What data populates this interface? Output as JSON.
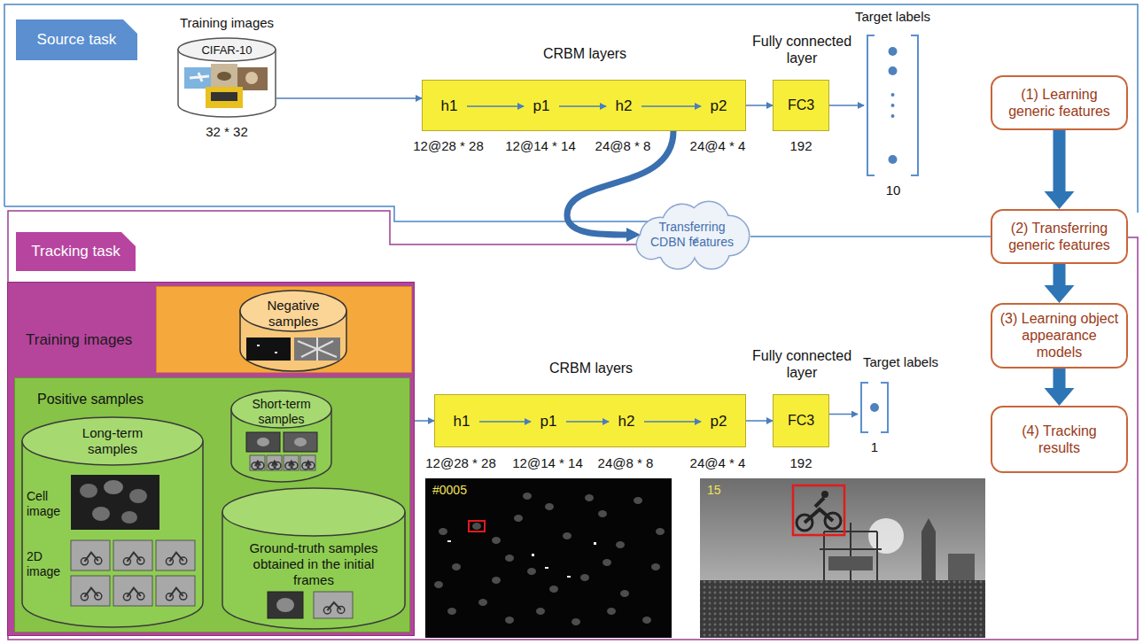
{
  "diagram": {
    "nodes": [
      {
        "text": [
          "Source task"
        ]
      },
      {
        "text": [
          "Training images",
          "CIFAR-10"
        ]
      },
      {
        "text": [
          "CRBM layers"
        ]
      },
      {
        "text": [
          "h1"
        ],
        "in": 2
      },
      {
        "text": [
          "p1"
        ],
        "in": 2
      },
      {
        "text": [
          "h2"
        ],
        "in": 2
      },
      {
        "text": [
          "p2"
        ],
        "in": 2
      },
      {
        "text": [
          "Fully connected layer",
          "FC3"
        ]
      },
      {
        "text": [
          "Target labels"
        ]
      },
      {
        "text": [
          "(1) Learning generic features"
        ]
      },
      {
        "text": [
          "(2) Transferring generic features"
        ]
      },
      {
        "text": [
          "(3) Learning object appearance models"
        ]
      },
      {
        "text": [
          "(4) Tracking results"
        ]
      },
      {
        "text": [
          "Transferring CDBN features"
        ]
      },
      {
        "text": [
          "Tracking task"
        ]
      },
      {
        "text": [
          "Training images"
        ]
      },
      {
        "text": [
          "Negative samples"
        ],
        "in": 15
      },
      {
        "text": [
          "Positive samples"
        ],
        "in": 15
      },
      {
        "text": [
          "Long-term samples",
          "Cell image",
          "2D image"
        ],
        "in": 17
      },
      {
        "text": [
          "Short-term samples"
        ],
        "in": 17
      },
      {
        "text": [
          "Ground-truth samples obtained in the initial frames"
        ],
        "in": 17
      },
      {
        "text": [
          "CRBM layers"
        ]
      },
      {
        "text": [
          "h1"
        ],
        "in": 21
      },
      {
        "text": [
          "p1"
        ],
        "in": 21
      },
      {
        "text": [
          "h2"
        ],
        "in": 21
      },
      {
        "text": [
          "p2"
        ],
        "in": 21
      },
      {
        "text": [
          "Fully connected layer",
          "FC3"
        ]
      },
      {
        "text": [
          "Target labels"
        ]
      }
    ],
    "edges": [
      {
        "from": 1,
        "to": 2,
        "arrow": "to"
      },
      {
        "from": 3,
        "to": 4,
        "arrow": "to"
      },
      {
        "from": 4,
        "to": 5,
        "arrow": "to"
      },
      {
        "from": 5,
        "to": 6,
        "arrow": "to"
      },
      {
        "from": 2,
        "to": 7,
        "arrow": "to"
      },
      {
        "from": 7,
        "to": 8,
        "arrow": "to"
      },
      {
        "from": 2,
        "to": 13,
        "arrow": "to"
      },
      {
        "from": 13,
        "to": 10,
        "arrow": "none"
      },
      {
        "from": 9,
        "to": 10,
        "arrow": "to"
      },
      {
        "from": 10,
        "to": 11,
        "arrow": "to"
      },
      {
        "from": 11,
        "to": 12,
        "arrow": "to"
      },
      {
        "from": 15,
        "to": 21,
        "arrow": "to"
      },
      {
        "from": 22,
        "to": 23,
        "arrow": "to"
      },
      {
        "from": 23,
        "to": 24,
        "arrow": "to"
      },
      {
        "from": 24,
        "to": 25,
        "arrow": "to"
      },
      {
        "from": 21,
        "to": 26,
        "arrow": "to"
      },
      {
        "from": 26,
        "to": 27,
        "arrow": "to"
      }
    ],
    "labels": [
      "32 * 32",
      "12@28 * 28",
      "12@14 * 14",
      "24@8 * 8",
      "24@4 * 4",
      "192",
      "10",
      "12@28 * 28",
      "12@14 * 14",
      "24@8 * 8",
      "24@4 * 4",
      "192",
      "1",
      "#0005",
      "15"
    ]
  }
}
